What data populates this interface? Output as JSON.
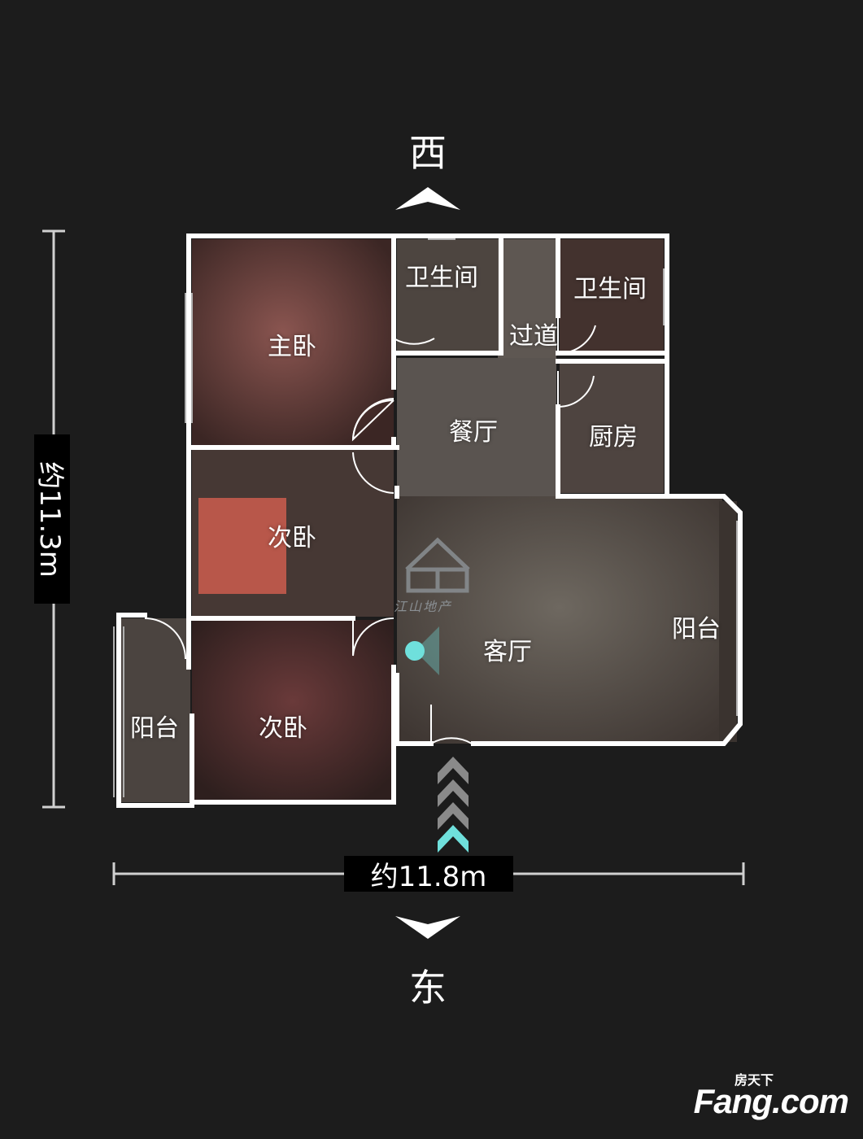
{
  "compass": {
    "north": "西",
    "south": "东"
  },
  "dimensions": {
    "width": "约11.8m",
    "height": "约11.3m"
  },
  "rooms": {
    "master_bedroom": "主卧",
    "bathroom_1": "卫生间",
    "corridor": "过道",
    "bathroom_2": "卫生间",
    "dining_room": "餐厅",
    "kitchen": "厨房",
    "second_bedroom_1": "次卧",
    "living_room": "客厅",
    "balcony_east": "阳台",
    "balcony_west": "阳台",
    "second_bedroom_2": "次卧"
  },
  "logo": {
    "text": "江山地产"
  },
  "watermark": {
    "brand": "Fang.com",
    "sub": "房天下"
  },
  "colors": {
    "background": "#1c1c1c",
    "wall": "#ffffff",
    "marker": "#6fe0dc"
  }
}
